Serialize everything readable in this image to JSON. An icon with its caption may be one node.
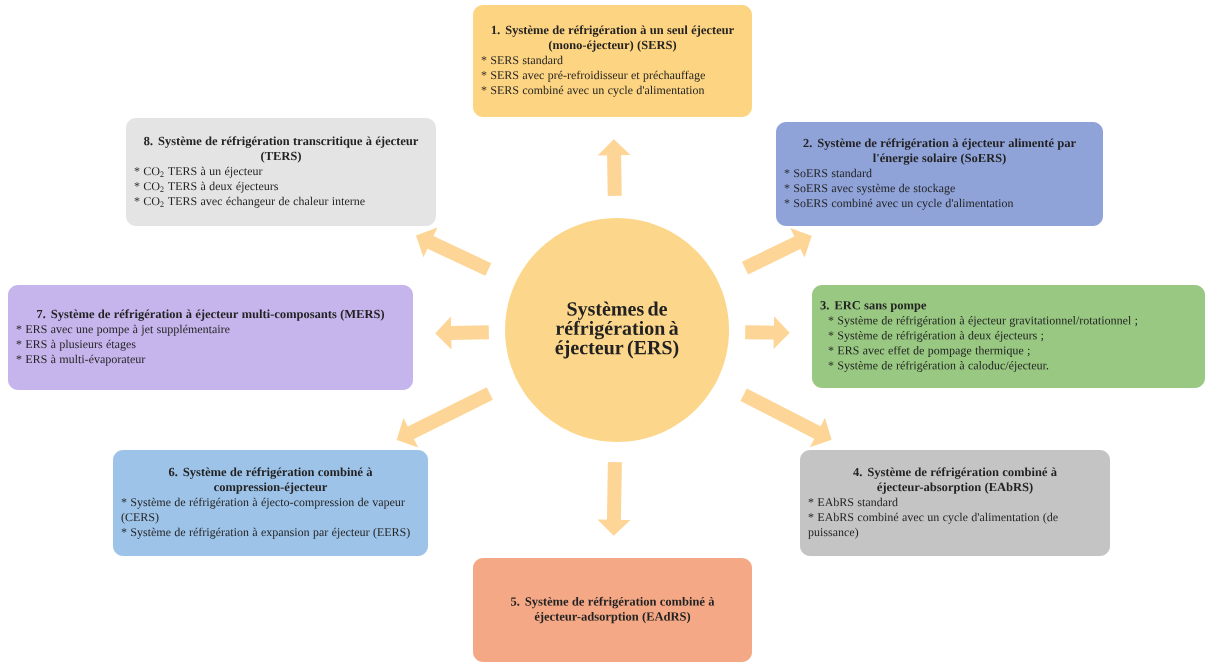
{
  "diagram": {
    "nodes": [
      {
        "text": [
          "Systèmes de réfrigération à éjecteur (ERS)"
        ]
      },
      {
        "text": [
          "1. Système de réfrigération à un seul éjecteur (mono-éjecteur) (SERS)",
          "* SERS standard",
          "* SERS avec pré-refroidisseur et préchauffage",
          "* SERS combiné avec un cycle d'alimentation"
        ]
      },
      {
        "text": [
          "2. Système de réfrigération à éjecteur alimenté par l'énergie solaire (SoERS)",
          "* SoERS standard",
          "* SoERS avec système de stockage",
          "* SoERS combiné avec un cycle d'alimentation"
        ]
      },
      {
        "text": [
          "3. ERC sans pompe",
          "* Système de réfrigération à éjecteur gravitationnel/rotationnel ;",
          "* Système de réfrigération à deux éjecteurs ;",
          "* ERS avec effet de pompage thermique ;",
          "* Système de réfrigération à caloduc/éjecteur."
        ]
      },
      {
        "text": [
          "4. Système de réfrigération combiné à éjecteur-absorption (EAbRS)",
          "* EAbRS standard",
          "* EAbRS combiné avec un cycle d'alimentation (de puissance)"
        ]
      },
      {
        "text": [
          "5. Système de réfrigération combiné à éjecteur-adsorption (EAdRS)"
        ]
      },
      {
        "text": [
          "6. Système de réfrigération combiné à compression-éjecteur",
          "* Système de réfrigération à éjecto-compression de vapeur (CERS)",
          "* Système de réfrigération à expansion par éjecteur (EERS)"
        ]
      },
      {
        "text": [
          "7. Système de réfrigération à éjecteur multi-composants (MERS)",
          "* ERS avec une pompe à jet supplémentaire",
          "* ERS à plusieurs étages",
          "* ERS à multi-évaporateur"
        ]
      },
      {
        "text": [
          "8. Système de réfrigération transcritique à éjecteur (TERS)",
          "* CO$_{2}$ TERS à un éjecteur",
          "* CO$_{2}$ TERS à deux éjecteurs",
          "* CO$_{2}$ TERS avec échangeur de chaleur interne"
        ]
      }
    ],
    "edges": [
      {
        "from": 0,
        "to": 1,
        "arrow": "to"
      },
      {
        "from": 0,
        "to": 2,
        "arrow": "to"
      },
      {
        "from": 0,
        "to": 3,
        "arrow": "to"
      },
      {
        "from": 0,
        "to": 4,
        "arrow": "to"
      },
      {
        "from": 0,
        "to": 5,
        "arrow": "to"
      },
      {
        "from": 0,
        "to": 6,
        "arrow": "to"
      },
      {
        "from": 0,
        "to": 7,
        "arrow": "to"
      },
      {
        "from": 0,
        "to": 8,
        "arrow": "to"
      }
    ]
  }
}
